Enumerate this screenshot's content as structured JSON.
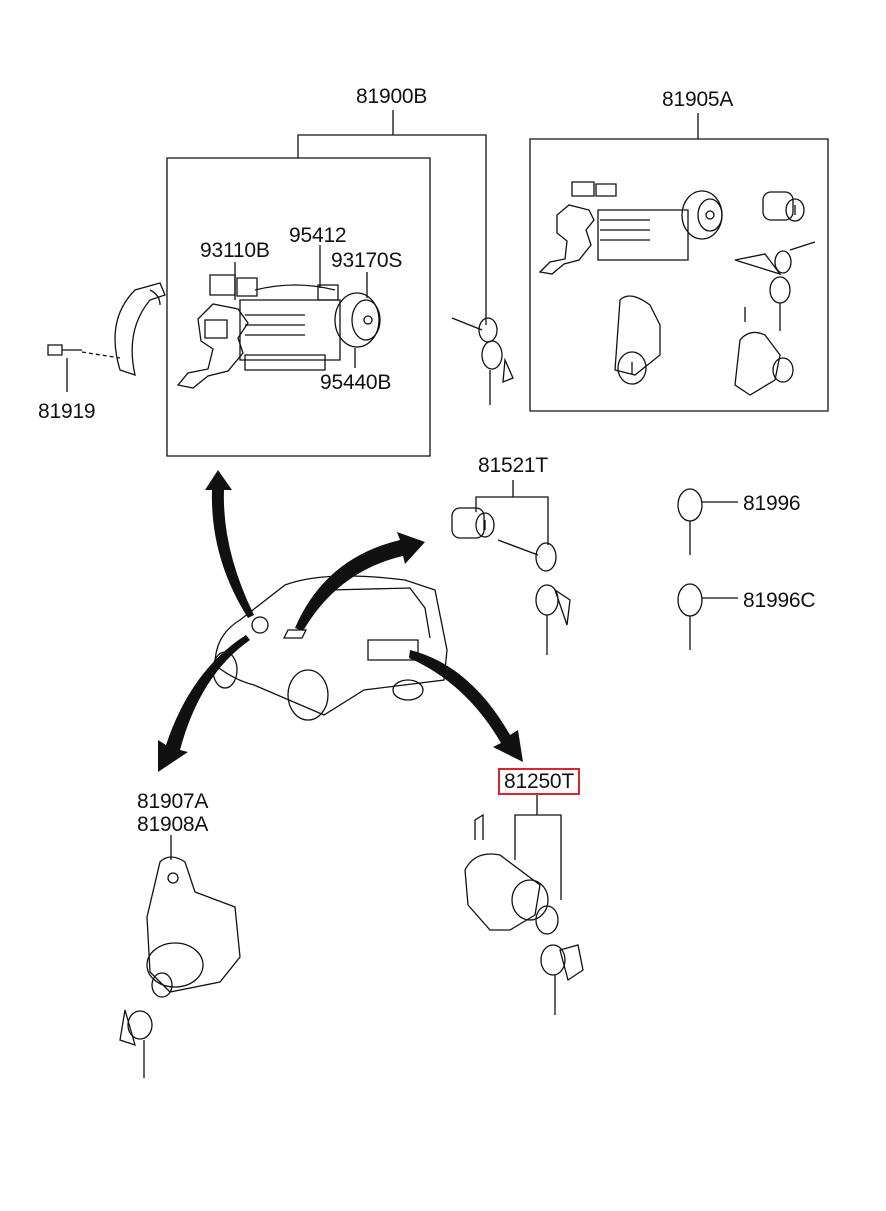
{
  "diagram": {
    "title": "Key & lock set parts diagram",
    "highlight_color": "#d8262e",
    "labels": {
      "p81900B": "81900B",
      "p81905A": "81905A",
      "p93110B": "93110B",
      "p95412": "95412",
      "p93170S": "93170S",
      "p95440B": "95440B",
      "p81919": "81919",
      "p81521T": "81521T",
      "p81996": "81996",
      "p81996C": "81996C",
      "p81907A": "81907A",
      "p81908A": "81908A",
      "p81250T": "81250T"
    },
    "highlighted_part": "81250T",
    "icons": [
      "ignition-switch-assembly",
      "steering-lock-clamp",
      "bolt",
      "key",
      "key-cylinder",
      "door-lock",
      "tailgate-lock",
      "vehicle",
      "arrow"
    ]
  }
}
